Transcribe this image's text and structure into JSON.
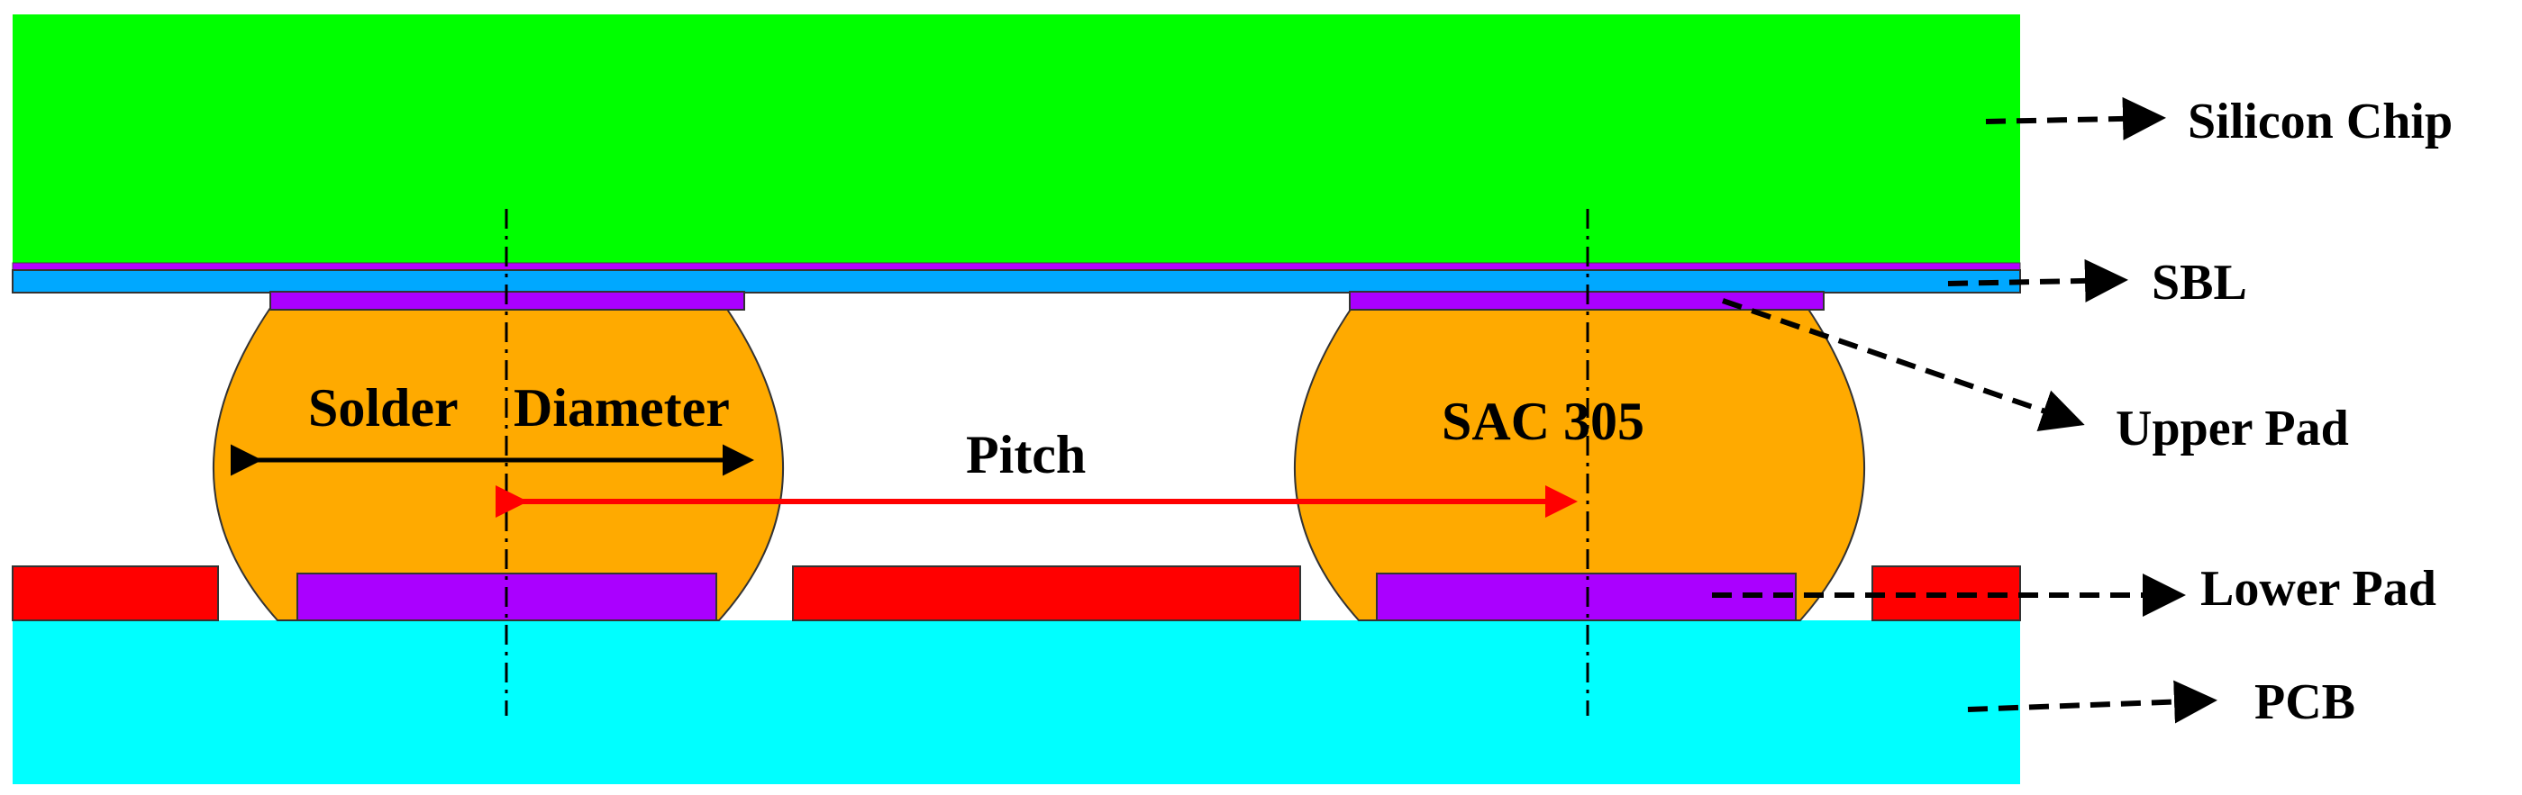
{
  "labels": {
    "silicon_chip": "Silicon Chip",
    "sbl": "SBL",
    "upper_pad": "Upper Pad",
    "lower_pad": "Lower Pad",
    "pcb": "PCB",
    "solder": "Solder",
    "diameter": "Diameter",
    "pitch": "Pitch",
    "sac": "SAC 305"
  },
  "colors": {
    "silicon_chip": "#00ff00",
    "sbl_thin": "#b400ff",
    "sbl": "#00a8ff",
    "pad": "#aa00ff",
    "solder": "#ffaa00",
    "solder_mask": "#ff0000",
    "pcb": "#00ffff",
    "pitch_arrow": "#ff0000",
    "dimension_arrow": "#000000"
  }
}
